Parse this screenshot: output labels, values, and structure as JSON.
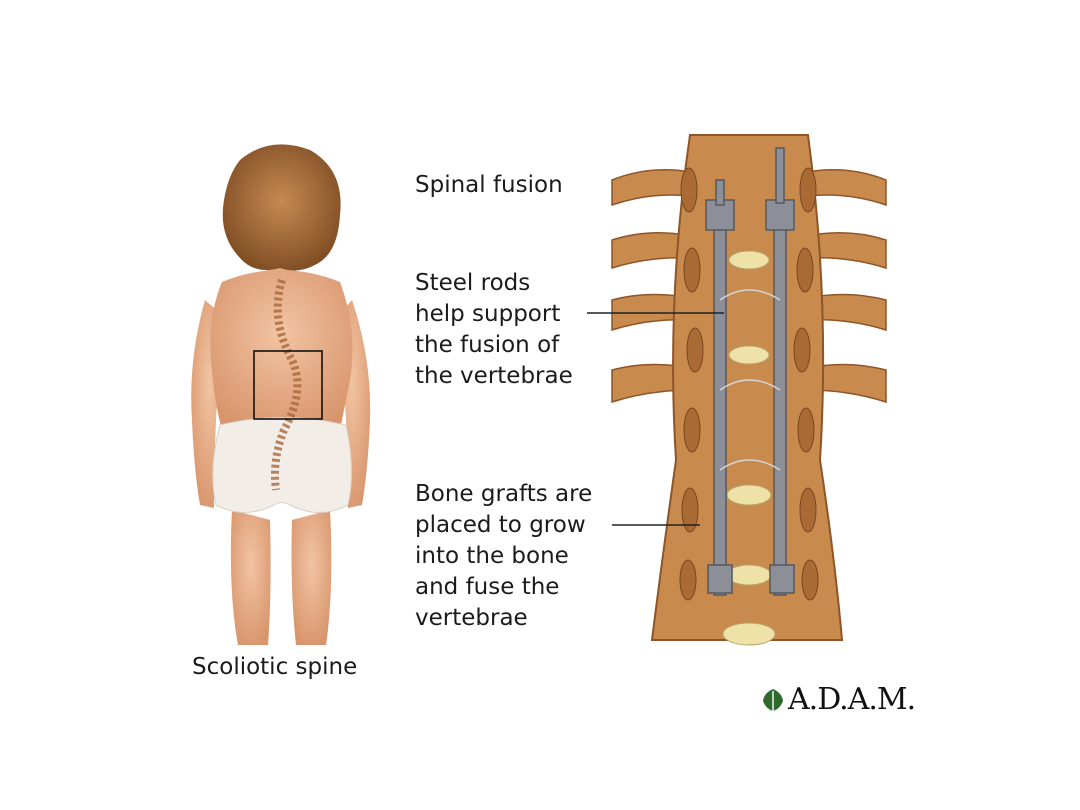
{
  "labels": {
    "spinal_fusion": "Spinal fusion",
    "steel_rods": [
      "Steel rods",
      "help support",
      "the fusion of",
      "the vertebrae"
    ],
    "bone_grafts": [
      "Bone grafts are",
      "placed to grow",
      "into the bone",
      "and fuse the",
      "vertebrae"
    ],
    "scoliotic_spine": "Scoliotic spine"
  },
  "logo": {
    "text": "A.D.A.M.",
    "icon": "leaf-icon"
  },
  "colors": {
    "skin": "#e9b28f",
    "hair": "#a86e3c",
    "bone": "#c98a4e",
    "bone_dark": "#8e5529",
    "rod": "#8c8f98",
    "graft": "#efe2a8",
    "text": "#1b1b1b"
  }
}
